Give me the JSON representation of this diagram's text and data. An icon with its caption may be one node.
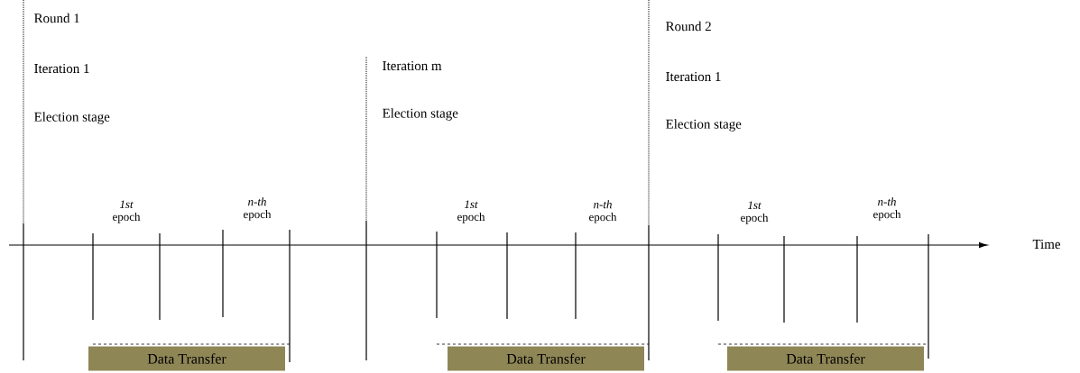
{
  "diagram": {
    "nodes": [
      {
        "text": [
          "Data Transfer"
        ]
      },
      {
        "text": [
          "Data Transfer"
        ]
      },
      {
        "text": [
          "Data Transfer"
        ]
      }
    ],
    "labels": [
      "Round 1",
      "Iteration 1",
      "Election stage",
      "Iteration m",
      "Election stage",
      "Round 2",
      "Iteration 1",
      "Election stage",
      "*1st* epoch",
      "*n-th* epoch",
      "*1st* epoch",
      "*n-th* epoch",
      "*1st* epoch",
      "*n-th* epoch",
      "Time"
    ]
  }
}
